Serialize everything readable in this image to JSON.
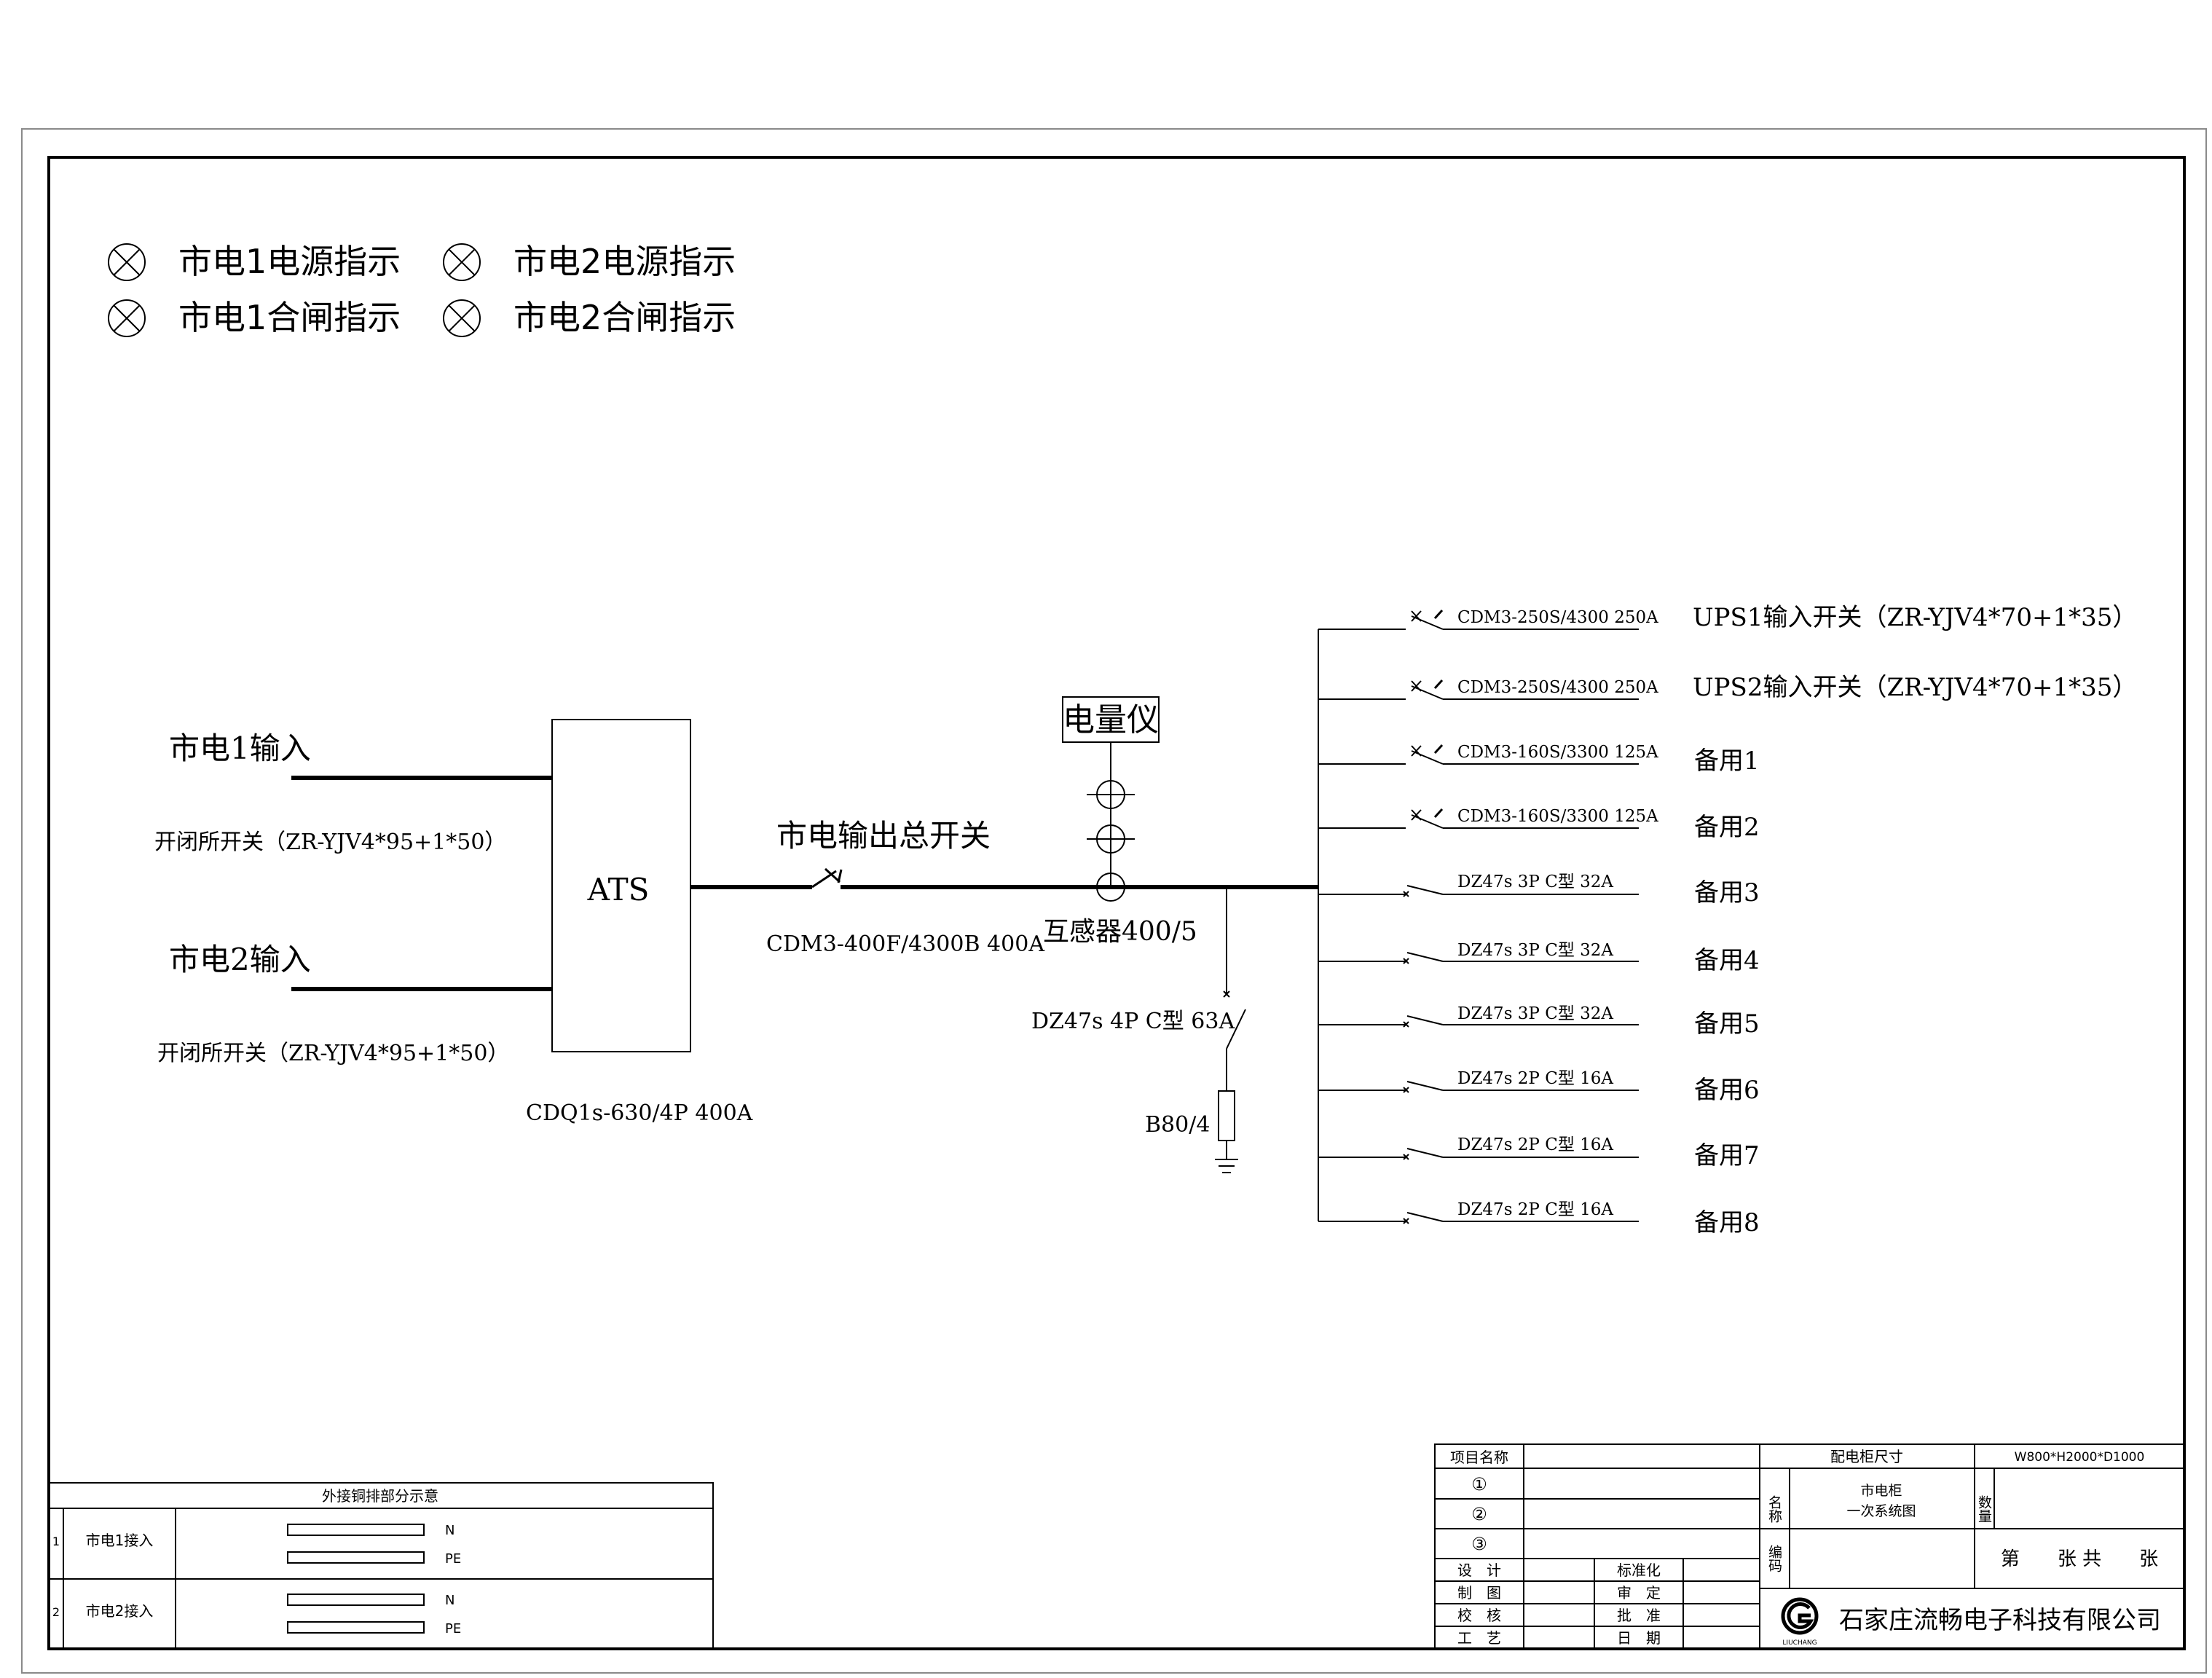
{
  "legend": {
    "items": [
      {
        "label": "市电1电源指示"
      },
      {
        "label": "市电2电源指示"
      },
      {
        "label": "市电1合闸指示"
      },
      {
        "label": "市电2合闸指示"
      }
    ]
  },
  "inputs": {
    "input1_label": "市电1输入",
    "input1_cable": "开闭所开关（ZR-YJV4*95+1*50）",
    "input2_label": "市电2输入",
    "input2_cable": "开闭所开关（ZR-YJV4*95+1*50）"
  },
  "ats": {
    "label": "ATS",
    "model": "CDQ1s-630/4P 400A"
  },
  "main_switch": {
    "label": "市电输出总开关",
    "model": "CDM3-400F/4300B 400A"
  },
  "meter": {
    "label": "电量仪",
    "ct_label": "互感器400/5"
  },
  "spd": {
    "breaker": "DZ47s 4P C型 63A",
    "device": "B80/4"
  },
  "branches": [
    {
      "model": "CDM3-250S/4300 250A",
      "label": "UPS1输入开关（ZR-YJV4*70+1*35）"
    },
    {
      "model": "CDM3-250S/4300 250A",
      "label": "UPS2输入开关（ZR-YJV4*70+1*35）"
    },
    {
      "model": "CDM3-160S/3300 125A",
      "label": "备用1"
    },
    {
      "model": "CDM3-160S/3300 125A",
      "label": "备用2"
    },
    {
      "model": "DZ47s 3P C型 32A",
      "label": "备用3"
    },
    {
      "model": "DZ47s 3P C型 32A",
      "label": "备用4"
    },
    {
      "model": "DZ47s 3P C型 32A",
      "label": "备用5"
    },
    {
      "model": "DZ47s 2P C型 16A",
      "label": "备用6"
    },
    {
      "model": "DZ47s 2P C型 16A",
      "label": "备用7"
    },
    {
      "model": "DZ47s 2P C型 16A",
      "label": "备用8"
    }
  ],
  "busbar_table": {
    "title": "外接铜排部分示意",
    "rows": [
      {
        "index": "1",
        "name": "市电1接入",
        "n": "N",
        "pe": "PE"
      },
      {
        "index": "2",
        "name": "市电2接入",
        "n": "N",
        "pe": "PE"
      }
    ]
  },
  "title_block": {
    "project_name_label": "项目名称",
    "rev1": "①",
    "rev2": "②",
    "rev3": "③",
    "design": "设　计",
    "draw": "制　图",
    "check": "校　核",
    "craft": "工　艺",
    "standard": "标准化",
    "review": "审　定",
    "approve": "批　准",
    "date": "日　期",
    "cabinet_size_label": "配电柜尺寸",
    "cabinet_size_value": "W800*H2000*D1000",
    "name_label": "名称",
    "name_value_1": "市电柜",
    "name_value_2": "一次系统图",
    "quantity_label": "数量",
    "code_label": "编码",
    "sheet": "第　　张 共　　张",
    "logo_caption": "LIUCHANG",
    "company": "石家庄流畅电子科技有限公司"
  }
}
